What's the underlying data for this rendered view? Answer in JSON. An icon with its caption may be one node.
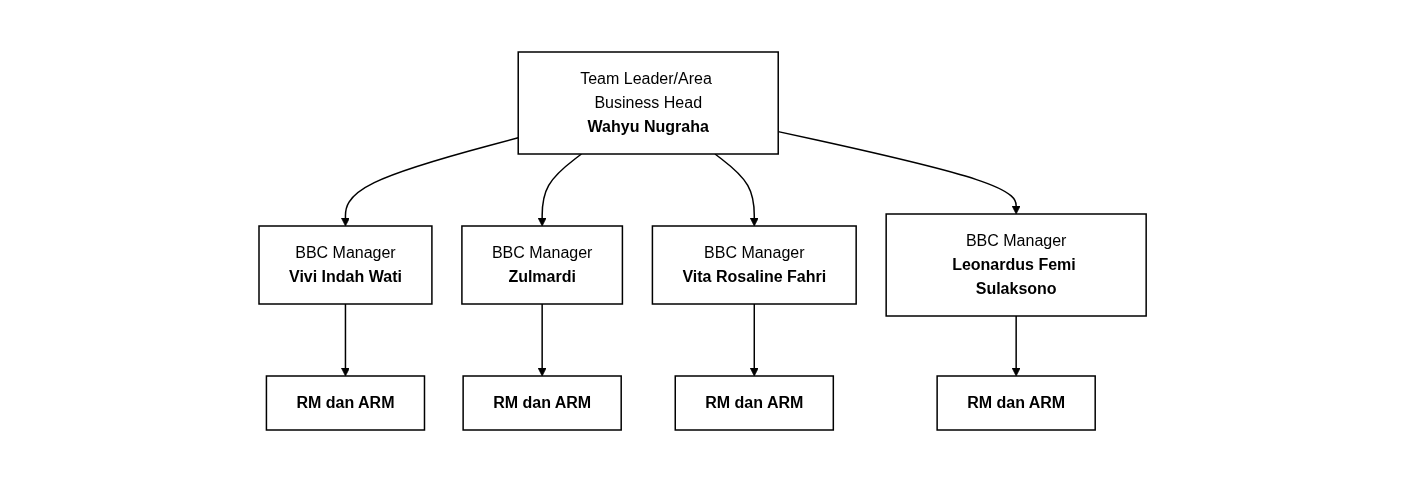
{
  "diagram": {
    "nodes": [
      {
        "text": [
          "Team Leader/Area Business Head",
          "Wahyu Nugraha"
        ]
      },
      {
        "text": [
          "BBC Manager",
          "Vivi Indah Wati"
        ]
      },
      {
        "text": [
          "BBC Manager",
          "Zulmardi"
        ]
      },
      {
        "text": [
          "BBC Manager",
          "Vita Rosaline Fahri"
        ]
      },
      {
        "text": [
          "BBC Manager",
          "Leonardus Femi Sulaksono"
        ]
      },
      {
        "text": [
          "RM dan ARM"
        ]
      },
      {
        "text": [
          "RM dan ARM"
        ]
      },
      {
        "text": [
          "RM dan ARM"
        ]
      },
      {
        "text": [
          "RM dan ARM"
        ]
      }
    ],
    "edges": [
      {
        "from": 0,
        "to": 1,
        "arrow": "to"
      },
      {
        "from": 0,
        "to": 2,
        "arrow": "to"
      },
      {
        "from": 0,
        "to": 3,
        "arrow": "to"
      },
      {
        "from": 0,
        "to": 4,
        "arrow": "to"
      },
      {
        "from": 1,
        "to": 5,
        "arrow": "to"
      },
      {
        "from": 2,
        "to": 6,
        "arrow": "to"
      },
      {
        "from": 3,
        "to": 7,
        "arrow": "to"
      },
      {
        "from": 4,
        "to": 8,
        "arrow": "to"
      }
    ]
  }
}
